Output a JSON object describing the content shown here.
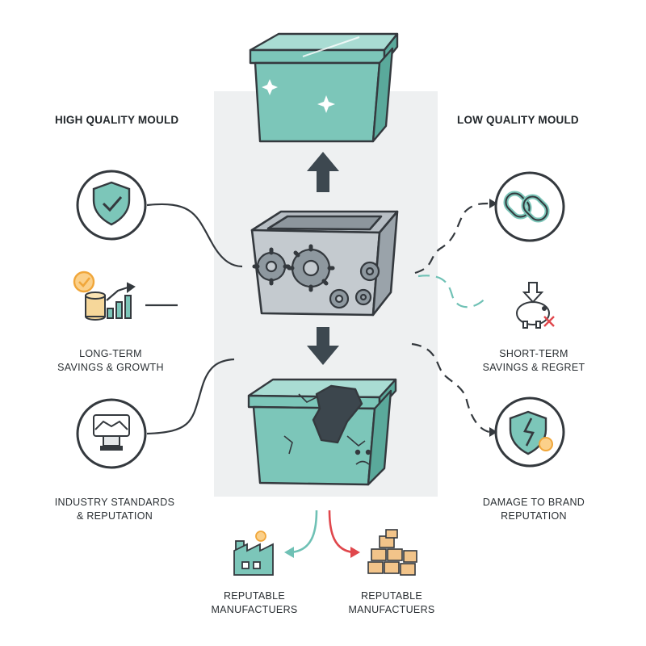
{
  "headings": {
    "left": "HIGH QUALITY MOULD",
    "right": "LOW QUALITY MOULD"
  },
  "left_items": [
    {
      "icon": "shield-check-icon",
      "line1": "",
      "line2": ""
    },
    {
      "icon": "coins-growth-chart-icon",
      "line1": "LONG-TERM",
      "line2": "SAVINGS & GROWTH"
    },
    {
      "icon": "handshake-trophy-icon",
      "line1": "INDUSTRY STANDARDS",
      "line2": "& REPUTATION"
    }
  ],
  "right_items": [
    {
      "icon": "broken-chain-link-icon",
      "line1": "",
      "line2": ""
    },
    {
      "icon": "piggy-bank-down-icon",
      "line1": "SHORT-TERM",
      "line2": "SAVINGS & REGRET"
    },
    {
      "icon": "broken-shield-icon",
      "line1": "DAMAGE TO BRAND",
      "line2": "REPUTATION"
    }
  ],
  "bottom_items": [
    {
      "icon": "factory-icon",
      "line1": "REPUTABLE",
      "line2": "MANUFACTUERS"
    },
    {
      "icon": "cardboard-boxes-icon",
      "line1": "REPUTABLE",
      "line2": "MANUFACTUERS"
    }
  ],
  "center": {
    "top_container": "intact-teal-container-icon",
    "mould": "gear-mould-machine-icon",
    "bottom_container": "cracked-teal-container-icon"
  },
  "colors": {
    "teal": "#7cc6b9",
    "teal_dark": "#5aa99b",
    "outline": "#34393e",
    "panel": "#eef0f1",
    "accent_orange": "#f0a63a",
    "accent_red": "#e0474c",
    "accent_teal_line": "#6fc1b5"
  }
}
